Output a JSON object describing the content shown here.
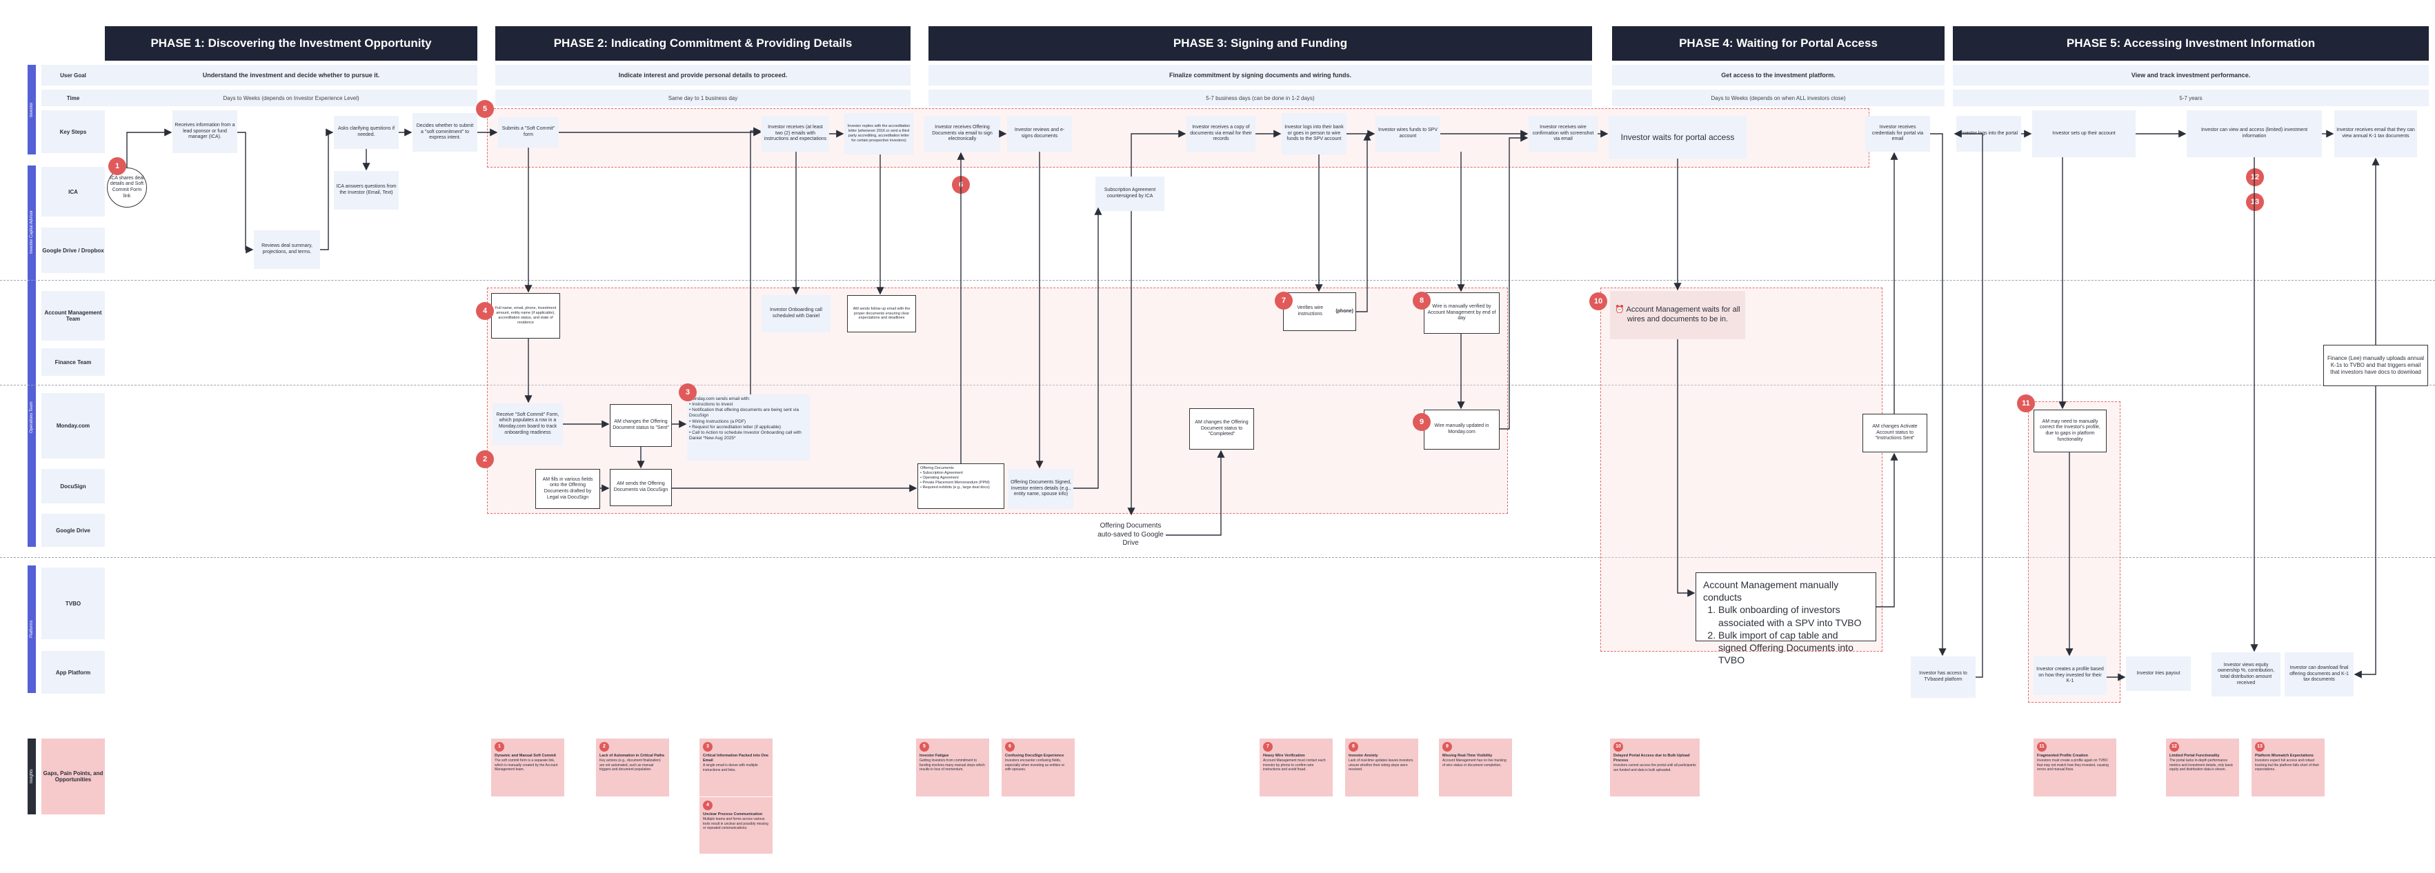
{
  "phases": [
    {
      "title": "PHASE 1: Discovering the Investment Opportunity",
      "goal": "Understand the investment and decide whether to pursue it.",
      "time": "Days to Weeks (depends on Investor Experience Level)"
    },
    {
      "title": "PHASE 2: Indicating Commitment & Providing Details",
      "goal": "Indicate interest and provide personal details to proceed.",
      "time": "Same day to 1 business day"
    },
    {
      "title": "PHASE 3: Signing and Funding",
      "goal": "Finalize commitment by signing documents and wiring funds.",
      "time": "5-7 business days (can be done in 1-2 days)"
    },
    {
      "title": "PHASE 4: Waiting for Portal Access",
      "goal": "Get access to the investment platform.",
      "time": "Days to Weeks (depends on when ALL investors close)"
    },
    {
      "title": "PHASE 5: Accessing Investment Information",
      "goal": "View and track investment performance.",
      "time": "5-7 years"
    }
  ],
  "lanes": {
    "user_goal": "User Goal",
    "time": "Time",
    "key_steps": "Key Steps",
    "ica": "ICA",
    "gdrive_dropbox": "Google Drive / Dropbox",
    "account_mgmt": "Account Management Team",
    "finance": "Finance Team",
    "monday": "Monday.com",
    "docusign": "DocuSign",
    "gdrive": "Google Drive",
    "tvbo": "TVBO",
    "app_platform": "App Platform",
    "gaps": "Gaps, Pain Points, and Opportunities"
  },
  "lane_groups": {
    "investor": "Investor",
    "ica_group": "Investor Capital Advisor",
    "ops": "Operations Team",
    "platforms": "Platforms",
    "insights": "Insights"
  },
  "nodes": {
    "n_ica_shares": "ICA shares deal details and Soft Commit Form link",
    "n_receive_info": "Receives information from a lead sponsor or fund manager (ICA).",
    "n_reviews_deal": "Reviews deal summary, projections, and terms.",
    "n_asks": "Asks clarifying questions if needed.",
    "n_ica_answers": "ICA answers questions from the Investor (Email, Text)",
    "n_decides": "Decides whether to submit a \"soft commitment\" to express intent.",
    "n_submits": "Submits a \"Soft Commit\" form",
    "n_receives_email": "Investor receives (at least two (2) emails with instructions and expectations",
    "n_replies": "Investor replies with the accreditation letter (whenever 2016 or sent a third party accrediting, accreditation letter for certain prospective investors)",
    "n_receives_docs": "Investor receives Offering Documents via email to sign electronically",
    "n_reviews_signs": "Investor reviews and e-signs documents",
    "n_copy_docs": "Investor receives a copy of documents via email for their records",
    "n_logs_bank": "Investor logs into their bank or goes in person to wire funds to the SPV account",
    "n_wires": "Investor wires funds to SPV account",
    "n_wire_confirm": "Investor receives wire confirmation with screenshot via email",
    "n_waits_portal": "Investor waits for portal access",
    "n_creds": "Investor receives credentials for portal via email",
    "n_logs_portal": "Investor logs into the portal",
    "n_sets_account": "Investor sets up their account",
    "n_view_access": "Investor can view and access (limited) investment information",
    "n_k1_email": "Investor receives email that they can view annual K-1 tax documents",
    "n_sub_agreement": "Subscription Agreement countersigned by ICA",
    "n_full_name": "Full name, email, phone, investment amount, entity name (if applicable), accreditation status, and state of residence",
    "n_onboard_call": "Investor Onboarding call scheduled with Daniel",
    "n_wire_followup": "AM sends follow up email with the proper documents ensuring clear expectations and deadlines",
    "n_verifies_wire": "Verifies wire instructions",
    "n_verifies_wire_b": "(phone)",
    "n_wire_manual": "Wire is manually verified by Account Management by end of day",
    "n_am_waits": "⏰ Account Management waits for all wires and documents to be in.",
    "n_finance_upload": "Finance (Lee) manually uploads annual K-1s to TVBO and that triggers email that investors have docs to download",
    "n_monday_receive": "Receive \"Soft Commit\" Form, which populates a row in a Monday.com board to track onboarding readiness",
    "n_am_changes_sent": "AM changes the Offering Document status to \"Sent\"",
    "n_monday_email": "Monday.com sends email with:\n• Instructions to invest\n• Notification that offering documents are being sent via DocuSign\n• Wiring Instructions (a PDF)\n• Request for accreditation letter (if applicable)\n• Call to Action to schedule Investor Onboarding call with Daniel *New Aug 2025*",
    "n_am_completed": "AM changes the Offering Document status to \"Completed\"",
    "n_wire_updated": "Wire manually updated in Monday.com",
    "n_am_activate": "AM changes Activate Account status to \"Instructions Sent\"",
    "n_am_manual_profile": "AM may need to manually correct the Investor's profile, due to gaps in platform functionality",
    "n_am_fill": "AM fills in various fields onto the Offering Documents drafted by Legal via DocuSign",
    "n_am_sends": "AM sends the Offering Documents via DocuSign",
    "n_offering_list": "Offering Documents\n• Subscription Agreement\n• Operating Agreement\n• Private Placement Memorandum (PPM)\n• Required exhibits (e.g., large deal docs)",
    "n_docs_signed": "Offering Documents Signed, Investor enters details (e.g., entity name, spouse info)",
    "n_auto_saved": "Offering Documents auto-saved to Google Drive",
    "n_am_conducts_intro": "Account Management manually conducts",
    "n_am_conducts_1": "Bulk onboarding of investors associated with a SPV into TVBO",
    "n_am_conducts_2": "Bulk import of cap table and signed Offering Documents into TVBO",
    "n_tvbo_access": "Investor has access to TVbased platform",
    "n_creates_profile": "Investor creates a profile based on how they invested for their K-1",
    "n_tries_payout": "Investor tries payout",
    "n_views_equity": "Investor views equity ownership %, contribution, total distribution amount received",
    "n_downloads": "Investor can download final offering documents and K-1 tax documents"
  },
  "badges": [
    "1",
    "2",
    "3",
    "4",
    "5",
    "6",
    "7",
    "8",
    "9",
    "10",
    "11",
    "12",
    "13"
  ],
  "gaps": [
    {
      "n": "1",
      "title": "Dynamic and Manual Soft Commit",
      "body": "The soft commit form is a separate link, which is manually created by the Account Management team."
    },
    {
      "n": "2",
      "title": "Lack of Automation in Critical Paths",
      "body": "Key actions (e.g., document finalization) are not automated, such as manual triggers and document population."
    },
    {
      "n": "3",
      "title": "Critical Information Packed into One Email",
      "body": "A single email is dense with multiple instructions and links."
    },
    {
      "n": "4",
      "title": "Unclear Process Communication",
      "body": "Multiple teams and forms across various tools result in unclear and possibly missing or repeated communications."
    },
    {
      "n": "5",
      "title": "Investor Fatigue",
      "body": "Getting investors from commitment to funding involves many manual steps which results in loss of momentum."
    },
    {
      "n": "6",
      "title": "Confusing DocuSign Experience",
      "body": "Investors encounter confusing fields, especially when investing as entities or with spouses."
    },
    {
      "n": "7",
      "title": "Heavy Wire Verification",
      "body": "Account Management must contact each investor by phone to confirm wire instructions and avoid fraud."
    },
    {
      "n": "8",
      "title": "Investor Anxiety",
      "body": "Lack of real-time updates leaves investors unsure whether their wiring steps were received."
    },
    {
      "n": "9",
      "title": "Missing Real-Time Visibility",
      "body": "Account Management has no live tracking of wire status or document completion."
    },
    {
      "n": "10",
      "title": "Delayed Portal Access due to Bulk Upload Process",
      "body": "Investors cannot access the portal until all participants are funded and data is bulk uploaded."
    },
    {
      "n": "11",
      "title": "Fragmented Profile Creation",
      "body": "Investors must create a profile again on TVBO that may not match how they invested, causing errors and manual fixes."
    },
    {
      "n": "12",
      "title": "Limited Portal Functionality",
      "body": "The portal lacks in-depth performance metrics and investment details, only basic equity and distribution data is shown."
    },
    {
      "n": "13",
      "title": "Platform Mismatch Expectations",
      "body": "Investors expect full access and robust tracking but the platform falls short of their expectations."
    }
  ],
  "colors": {
    "accent": "#5560d6",
    "header": "#1f2436",
    "badge": "#e05a5a",
    "pain": "#f6c9cb",
    "lane": "#eef2fa",
    "zone": "#e06b6b"
  }
}
